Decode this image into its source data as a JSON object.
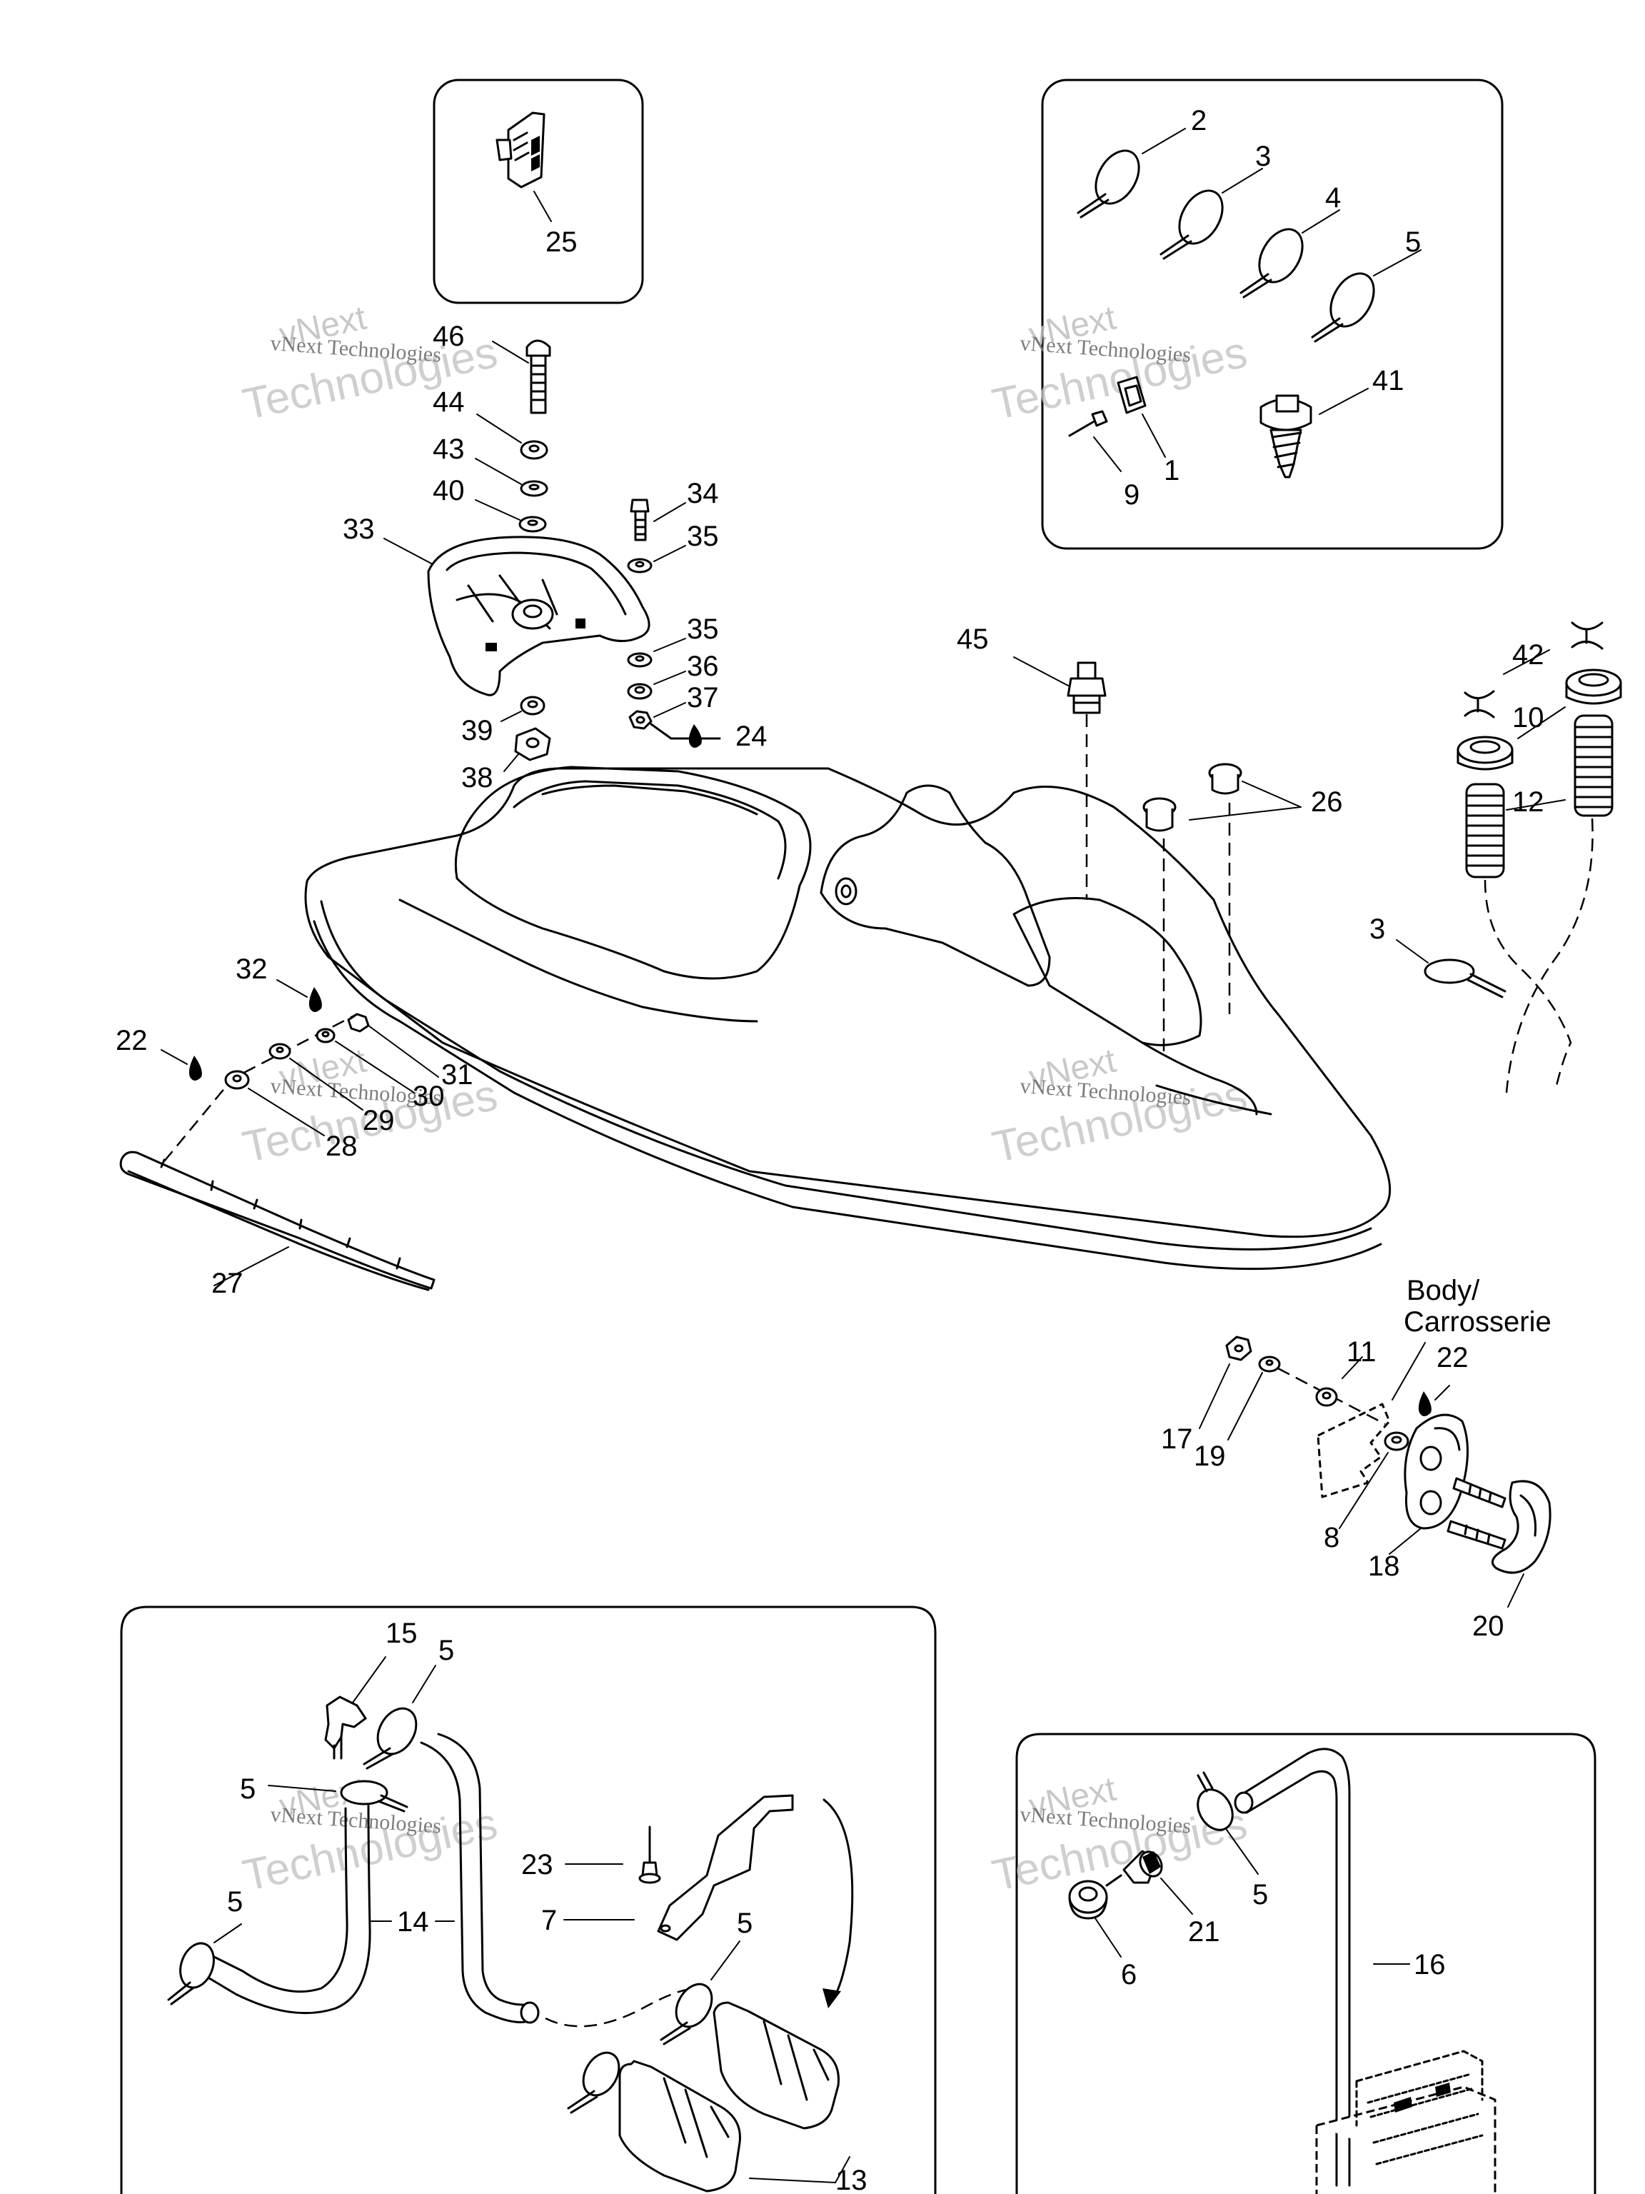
{
  "callouts": [
    "1",
    "2",
    "3",
    "4",
    "5",
    "6",
    "7",
    "8",
    "9",
    "10",
    "11",
    "12",
    "13",
    "14",
    "15",
    "16",
    "17",
    "18",
    "19",
    "20",
    "21",
    "22",
    "23",
    "24",
    "25",
    "26",
    "27",
    "28",
    "29",
    "30",
    "31",
    "32",
    "33",
    "34",
    "35",
    "36",
    "37",
    "38",
    "39",
    "40",
    "41",
    "42",
    "43",
    "44",
    "45",
    "46"
  ],
  "labels": {
    "body_en": "Body/",
    "body_fr": "Carrosserie"
  },
  "watermark": {
    "line1": "vNext",
    "line2": "vNext Technologies",
    "line3": "Technologies"
  }
}
